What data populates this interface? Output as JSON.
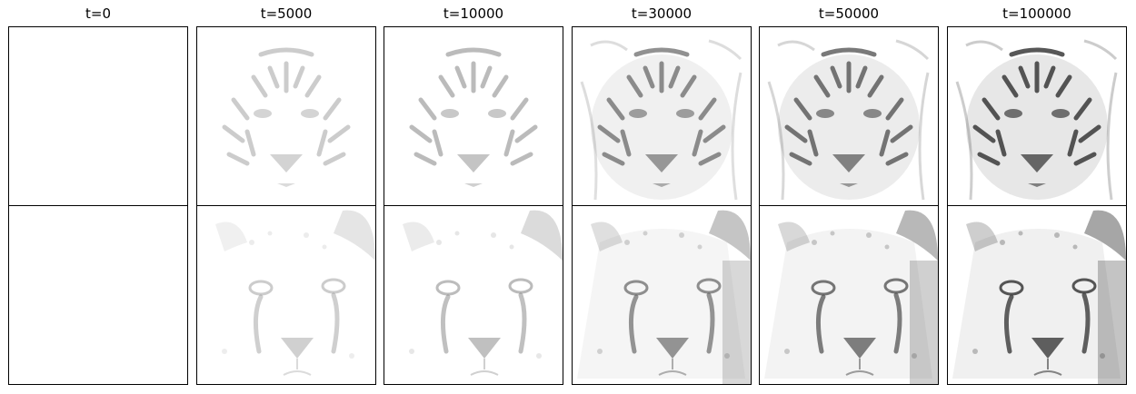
{
  "columns": [
    {
      "title": "t=0",
      "level": 0.0
    },
    {
      "title": "t=5000",
      "level": 0.3
    },
    {
      "title": "t=10000",
      "level": 0.4
    },
    {
      "title": "t=30000",
      "level": 0.65
    },
    {
      "title": "t=50000",
      "level": 0.8
    },
    {
      "title": "t=100000",
      "level": 1.0
    }
  ],
  "rows": [
    {
      "subject": "tiger-face"
    },
    {
      "subject": "cheetah-face"
    }
  ],
  "colors": {
    "ink": "#3a3a3a",
    "frame": "#000000",
    "background": "#ffffff"
  }
}
